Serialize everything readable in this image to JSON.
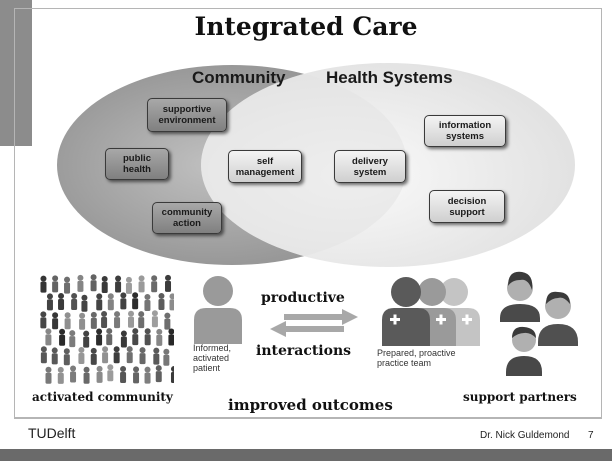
{
  "slide": {
    "title": "Integrated Care",
    "page_number": "7",
    "author": "Dr. Nick Guldemond",
    "logo_text": "TUDelft"
  },
  "venn": {
    "community_label": "Community",
    "health_label": "Health Systems",
    "community_items": [
      "supportive environment",
      "public health",
      "community action"
    ],
    "overlap_items": [
      "self management"
    ],
    "health_items": [
      "delivery system",
      "information systems",
      "decision support"
    ]
  },
  "bottom": {
    "crowd_label": "activated community",
    "patient_label": "Informed, activated patient",
    "productive": "productive",
    "interactions": "interactions",
    "team_label": "Prepared, proactive practice team",
    "partners_label": "support partners",
    "outcomes": "improved outcomes"
  }
}
